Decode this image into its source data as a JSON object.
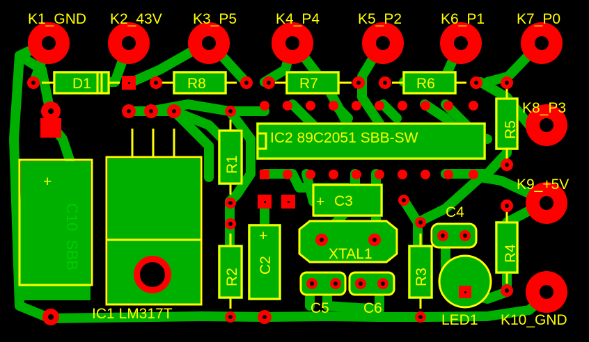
{
  "connectors": [
    {
      "id": "k1",
      "label": "K1_GND"
    },
    {
      "id": "k2",
      "label": "K2_43V"
    },
    {
      "id": "k3",
      "label": "K3_P5"
    },
    {
      "id": "k4",
      "label": "K4_P4"
    },
    {
      "id": "k5",
      "label": "K5_P2"
    },
    {
      "id": "k6",
      "label": "K6_P1"
    },
    {
      "id": "k7",
      "label": "K7_P0"
    },
    {
      "id": "k8",
      "label": "K8_P3"
    },
    {
      "id": "k9",
      "label": "K9_+5V"
    },
    {
      "id": "k10",
      "label": "K10_GND"
    }
  ],
  "components": {
    "d1": "D1",
    "r8": "R8",
    "r7": "R7",
    "r6": "R6",
    "r5": "R5",
    "r1": "R1",
    "r2": "R2",
    "r3": "R3",
    "r4": "R4",
    "ic2": "IC2 89C2051 SBB-SW",
    "c3": "C3",
    "c4": "C4",
    "c2": "C2",
    "c5": "C5",
    "c6": "C6",
    "xtal": "XTAL1",
    "c10": "C10",
    "c10_plus": "+",
    "c3_plus": "+",
    "c2_plus": "+",
    "ic1": "IC1 LM317T",
    "led1": "LED1",
    "sbb": "SBB"
  },
  "colors": {
    "background": "#000000",
    "trace": "#00b000",
    "pad": "#ff0000",
    "silk": "#ffff00"
  }
}
